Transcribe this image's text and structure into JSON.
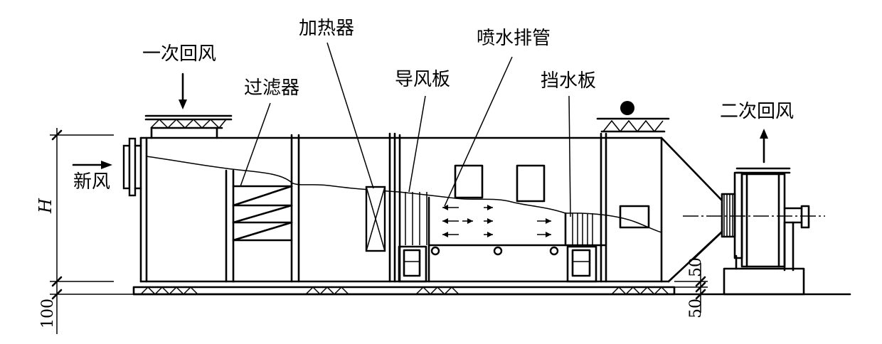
{
  "labels": {
    "primary_return_air": "一次回风",
    "filter": "过滤器",
    "heater": "加热器",
    "guide_plate": "导风板",
    "spray_pipe": "喷水排管",
    "eliminator": "挡水板",
    "secondary_return_air": "二次回风",
    "fresh_air": "新风"
  },
  "dimensions": {
    "height": "H",
    "base_thickness": "100",
    "gap_upper": "50",
    "gap_lower": "50"
  }
}
